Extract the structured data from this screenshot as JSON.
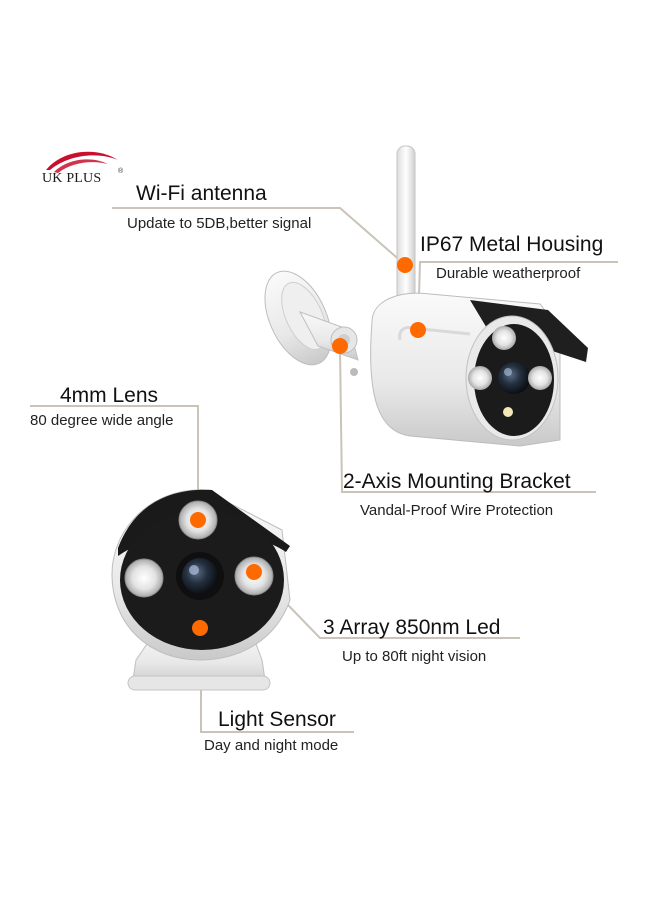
{
  "brand": {
    "name": "UK PLUS",
    "mark": "®",
    "swoosh_color": "#c8102e"
  },
  "colors": {
    "callout_dot": "#ff6a00",
    "leader_line": "#c9c3b8",
    "camera_body": "#f2f2f2",
    "camera_face": "#1b1b1b"
  },
  "callouts": {
    "wifi": {
      "title": "Wi-Fi antenna",
      "subtitle": "Update to 5DB,better signal"
    },
    "housing": {
      "title": "IP67 Metal Housing",
      "subtitle": "Durable weatherproof"
    },
    "lens": {
      "title": "4mm Lens",
      "subtitle": "80 degree wide angle"
    },
    "bracket": {
      "title": "2-Axis Mounting Bracket",
      "subtitle": "Vandal-Proof Wire Protection"
    },
    "led": {
      "title": "3 Array 850nm Led",
      "subtitle": "Up to 80ft night vision"
    },
    "sensor": {
      "title": "Light Sensor",
      "subtitle": "Day and night mode"
    }
  }
}
